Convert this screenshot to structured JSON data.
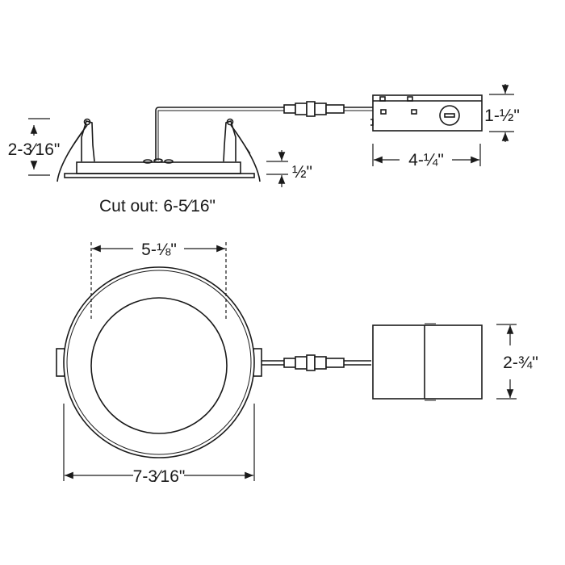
{
  "side_view": {
    "height_label": "2-3⁄16\"",
    "flange_label": "½\"",
    "cutout_label": "Cut out: 6-5⁄16\"",
    "driver_height_label": "1-½\"",
    "driver_length_label": "4-¼\""
  },
  "top_view": {
    "aperture_label": "5-⅛\"",
    "diameter_label": "7-3⁄16\"",
    "driver_width_label": "2-¾\""
  },
  "colors": {
    "line": "#1a1a1a",
    "background": "#ffffff"
  }
}
